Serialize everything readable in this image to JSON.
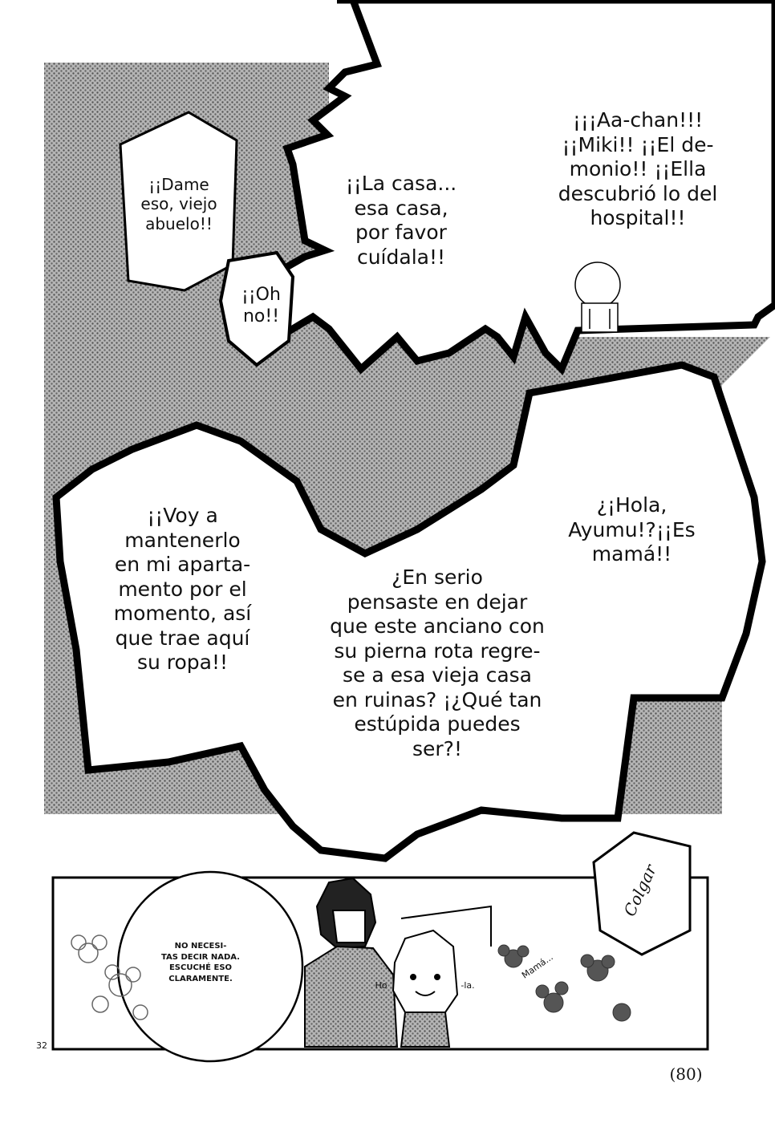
{
  "bubbles": {
    "dame": "¡¡Dame\neso, viejo\nabuelo!!",
    "casa": "¡¡La casa...\nesa casa,\npor favor\ncuídala!!",
    "aachan": "¡¡¡Aa-chan!!!\n¡¡Miki!! ¡¡El de-\nmonio!! ¡¡Ella\ndescubrió lo del\nhospital!!",
    "ohno": "¡¡Oh\nno!!",
    "voy": "¡¡Voy a\nmantenerlo\nen mi aparta-\nmento por el\nmomento, así\nque trae aquí\nsu ropa!!",
    "hola": "¿¡Hola,\nAyumu!?¡¡Es\nmamá!!",
    "enserio": "¿En serio\npensaste en dejar\nque este anciano con\nsu pierna rota regre-\nse a esa vieja casa\nen ruinas? ¡¿Qué tan\nestúpida puedes\nser?!"
  },
  "bottom_panel": {
    "no_necesitas": "NO NECESI-\nTAS DECIR NADA.\nESCUCHÉ ESO\nCLARAMENTE.",
    "colgar": "Colgar",
    "mama": "Mamá...",
    "ho": "Ho",
    "la": "-la."
  },
  "page": {
    "side_number": "32",
    "page_number": "(80)"
  }
}
